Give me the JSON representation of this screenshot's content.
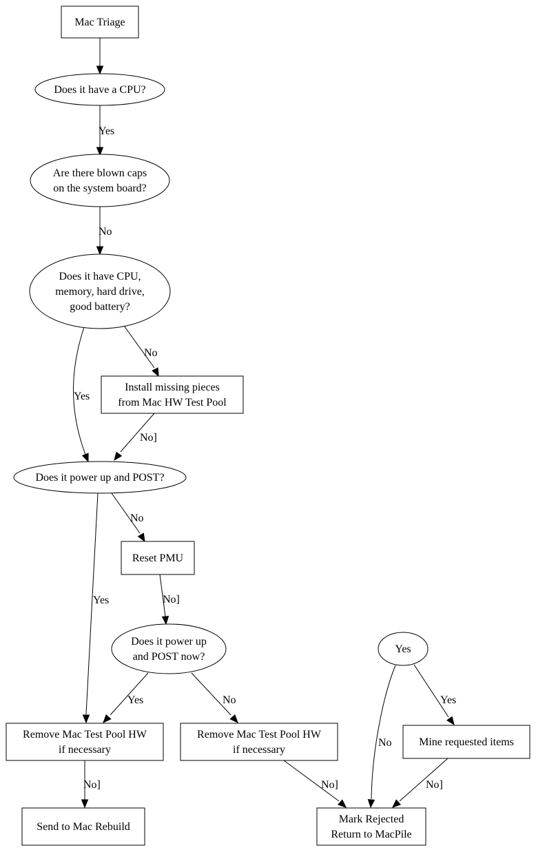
{
  "diagram": {
    "title": "Mac Triage",
    "nodes": {
      "start": {
        "shape": "box",
        "lines": [
          "Mac Triage"
        ]
      },
      "has_cpu": {
        "shape": "ellipse",
        "lines": [
          "Does it have a CPU?"
        ]
      },
      "blown_caps": {
        "shape": "ellipse",
        "lines": [
          "Are there blown caps",
          "on the system board?"
        ]
      },
      "has_parts": {
        "shape": "ellipse",
        "lines": [
          "Does it have CPU,",
          "memory, hard drive,",
          "good battery?"
        ]
      },
      "install_missing": {
        "shape": "box",
        "lines": [
          "Install missing pieces",
          "from Mac HW Test Pool"
        ]
      },
      "power_post": {
        "shape": "ellipse",
        "lines": [
          "Does it power up and POST?"
        ]
      },
      "reset_pmu": {
        "shape": "box",
        "lines": [
          "Reset PMU"
        ]
      },
      "power_post_now": {
        "shape": "ellipse",
        "lines": [
          "Does it power up",
          "and POST now?"
        ]
      },
      "yes_node": {
        "shape": "ellipse",
        "lines": [
          "Yes"
        ]
      },
      "remove_hw_left": {
        "shape": "box",
        "lines": [
          "Remove Mac Test Pool HW",
          "if necessary"
        ]
      },
      "remove_hw_right": {
        "shape": "box",
        "lines": [
          "Remove Mac Test Pool HW",
          "if necessary"
        ]
      },
      "mine_items": {
        "shape": "box",
        "lines": [
          "Mine requested items"
        ]
      },
      "send_rebuild": {
        "shape": "box",
        "lines": [
          "Send to Mac Rebuild"
        ]
      },
      "mark_rejected": {
        "shape": "box",
        "lines": [
          "Mark Rejected",
          "Return to MacPile"
        ]
      }
    },
    "edges": [
      {
        "from": "start",
        "to": "has_cpu",
        "label": ""
      },
      {
        "from": "has_cpu",
        "to": "blown_caps",
        "label": "Yes"
      },
      {
        "from": "blown_caps",
        "to": "has_parts",
        "label": "No"
      },
      {
        "from": "has_parts",
        "to": "install_missing",
        "label": "No"
      },
      {
        "from": "has_parts",
        "to": "power_post",
        "label": "Yes"
      },
      {
        "from": "install_missing",
        "to": "power_post",
        "label": "No]"
      },
      {
        "from": "power_post",
        "to": "reset_pmu",
        "label": "No"
      },
      {
        "from": "power_post",
        "to": "remove_hw_left",
        "label": "Yes"
      },
      {
        "from": "reset_pmu",
        "to": "power_post_now",
        "label": "No]"
      },
      {
        "from": "power_post_now",
        "to": "remove_hw_left",
        "label": "Yes"
      },
      {
        "from": "power_post_now",
        "to": "remove_hw_right",
        "label": "No"
      },
      {
        "from": "yes_node",
        "to": "mine_items",
        "label": "Yes"
      },
      {
        "from": "yes_node",
        "to": "mark_rejected",
        "label": "No"
      },
      {
        "from": "remove_hw_left",
        "to": "send_rebuild",
        "label": "No]"
      },
      {
        "from": "remove_hw_right",
        "to": "mark_rejected",
        "label": "No]"
      },
      {
        "from": "mine_items",
        "to": "mark_rejected",
        "label": "No]"
      }
    ]
  }
}
